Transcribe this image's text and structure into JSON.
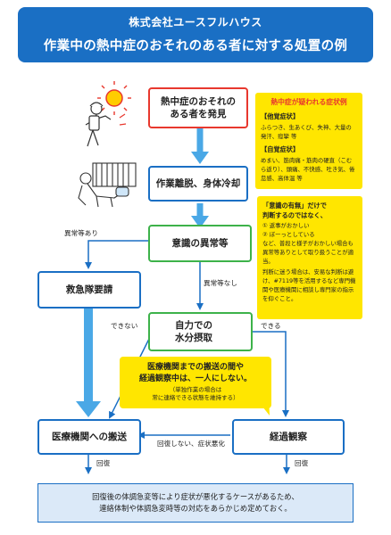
{
  "header": {
    "company": "株式会社ユースフルハウス",
    "title": "作業中の熱中症のおそれのある者に対する処置の例"
  },
  "boxes": {
    "discovery": "熱中症のおそれの\nある者を発見",
    "cooling": "作業離脱、身体冷却",
    "consciousness": "意識の異常等",
    "ambulance": "救急隊要請",
    "water": "自力での\n水分摂取",
    "transport": "医療機関への搬送",
    "observation": "経過観察"
  },
  "labels": {
    "abnormal_yes": "異常等あり",
    "abnormal_no": "異常等なし",
    "cannot": "できない",
    "can": "できる",
    "not_recovered": "回復しない、症状悪化",
    "recovery_left": "回復",
    "recovery_right": "回復"
  },
  "notes": {
    "symptoms": {
      "heading": "熱中症が疑われる症状例",
      "subjective_title": "【他覚症状】",
      "subjective_body": "ふらつき、生あくび、失神、大量の発汗、痙攣 等",
      "objective_title": "【自覚症状】",
      "objective_body": "めまい、筋肉痛・筋肉の硬直（こむら返り）、頭痛、不快感、吐き気、倦怠感、高体温 等"
    },
    "judgement": {
      "head1": "「意識の有無」だけで",
      "head2": "判断するのではなく、",
      "item1": "① 返事がおかしい",
      "item2": "② ぼーっとしている",
      "body1": "など、普段と様子がおかしい場合も異常等ありとして取り扱うことが適当。",
      "body2": "判断に迷う場合は、安易な判断は避け、#7119等を活用するなど専門機関や医療機関に相談し専門家の指示を仰ぐこと。"
    },
    "transport": {
      "line1": "医療機関までの搬送の間や",
      "line2": "経過観察中は、一人にしない。",
      "sub1": "（単独作業の場合は",
      "sub2": "常に連絡できる状態を維持する）"
    }
  },
  "footer": {
    "line1": "回復後の体調急変等により症状が悪化するケースがあるため、",
    "line2": "連絡体制や体調急変時等の対応をあらかじめ定めておく。"
  },
  "colors": {
    "blue": "#1a6fc4",
    "light_blue": "#4aa8e6",
    "red": "#e8382e",
    "green": "#3db24a",
    "yellow": "#ffe600"
  }
}
